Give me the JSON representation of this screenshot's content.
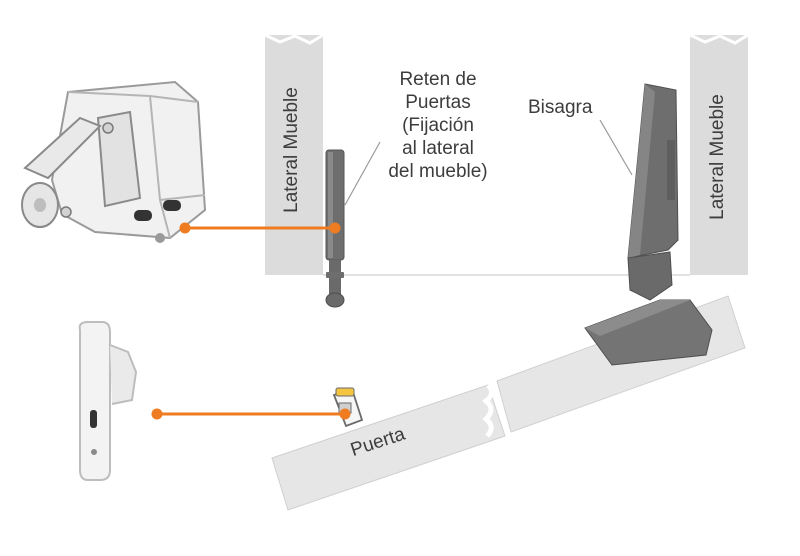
{
  "labels": {
    "cabinet_side_left": "Lateral Mueble",
    "cabinet_side_right": "Lateral Mueble",
    "catch_callout": [
      "Reten de",
      "Puertas",
      "(Fijación",
      "al lateral",
      "del mueble)"
    ],
    "hinge": "Bisagra",
    "door": "Puerta"
  },
  "colors": {
    "accent_line": "#f07c22",
    "panel": "#dcdcdc",
    "panel_light": "#e8e8e8",
    "part_dark": "#6e6e6e",
    "text": "#3d3d3d"
  }
}
